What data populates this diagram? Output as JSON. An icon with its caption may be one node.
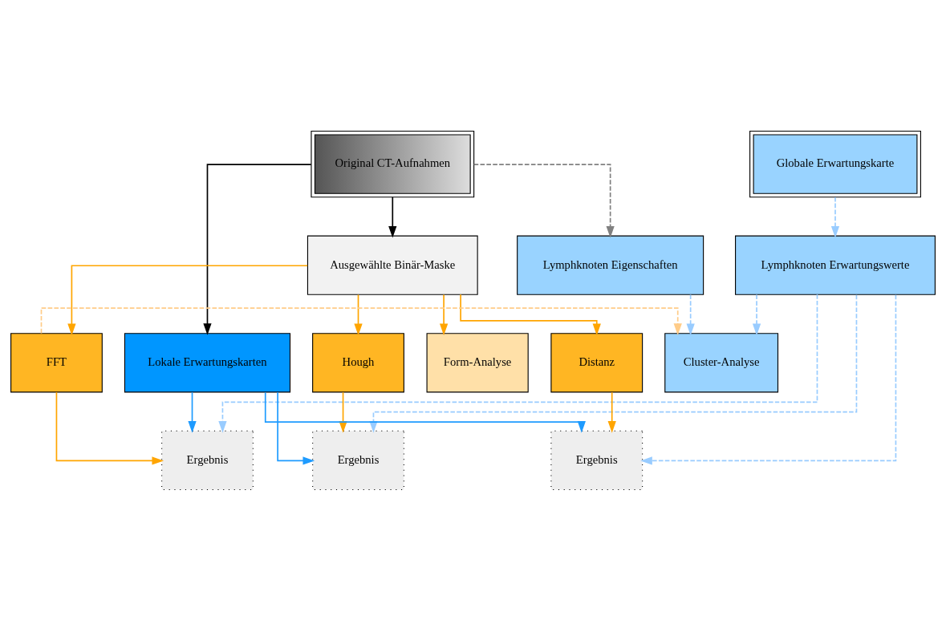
{
  "diagram": {
    "nodes": [
      {
        "text": [
          "Original CT-Aufnahmen"
        ]
      },
      {
        "text": [
          "Globale Erwartungskarte"
        ]
      },
      {
        "text": [
          "Ausgewählte Binär-Maske"
        ]
      },
      {
        "text": [
          "Lymphknoten Eigenschaften"
        ]
      },
      {
        "text": [
          "Lymphknoten Erwartungswerte"
        ]
      },
      {
        "text": [
          "Form-Analyse"
        ]
      },
      {
        "text": [
          "FFT"
        ]
      },
      {
        "text": [
          "Hough"
        ]
      },
      {
        "text": [
          "Distanz"
        ]
      },
      {
        "text": [
          "Lokale Erwartungskarten"
        ]
      },
      {
        "text": [
          "Cluster-Analyse"
        ]
      },
      {
        "text": [
          "Ergebnis"
        ]
      },
      {
        "text": [
          "Ergebnis"
        ]
      },
      {
        "text": [
          "Ergebnis"
        ]
      }
    ],
    "edges": [
      {
        "from": 0,
        "to": 2,
        "arrow": "to",
        "color": "#000000"
      },
      {
        "from": 0,
        "to": 9,
        "arrow": "to",
        "color": "#000000"
      },
      {
        "from": 0,
        "to": 3,
        "arrow": "to",
        "style": "dashed",
        "color": "#808080"
      },
      {
        "from": 1,
        "to": 4,
        "arrow": "to",
        "style": "dashed",
        "color": "#99ccff"
      },
      {
        "from": 2,
        "to": 5,
        "arrow": "to"
      },
      {
        "from": 2,
        "to": 6,
        "arrow": "to"
      },
      {
        "from": 2,
        "to": 7,
        "arrow": "to"
      },
      {
        "from": 2,
        "to": 8,
        "arrow": "to"
      },
      {
        "from": 3,
        "to": 10,
        "arrow": "to",
        "style": "dashed",
        "color": "#99ccff"
      },
      {
        "from": 4,
        "to": 10,
        "arrow": "to",
        "style": "dashed",
        "color": "#99ccff"
      },
      {
        "from": 6,
        "to": 10,
        "arrow": "to",
        "style": "dashed",
        "color": "#ffcc88"
      },
      {
        "from": 6,
        "to": 11,
        "arrow": "to"
      },
      {
        "from": 7,
        "to": 12,
        "arrow": "to"
      },
      {
        "from": 8,
        "to": 13,
        "arrow": "to"
      },
      {
        "from": 9,
        "to": 11,
        "arrow": "to",
        "color": "#1e9bff"
      },
      {
        "from": 9,
        "to": 12,
        "arrow": "to",
        "color": "#1e9bff"
      },
      {
        "from": 9,
        "to": 13,
        "arrow": "to",
        "color": "#1e9bff"
      },
      {
        "from": 4,
        "to": 11,
        "arrow": "to",
        "style": "dashed",
        "color": "#99ccff"
      },
      {
        "from": 4,
        "to": 12,
        "arrow": "to",
        "style": "dashed",
        "color": "#99ccff"
      },
      {
        "from": 4,
        "to": 13,
        "arrow": "to",
        "style": "dashed",
        "color": "#99ccff"
      }
    ]
  }
}
